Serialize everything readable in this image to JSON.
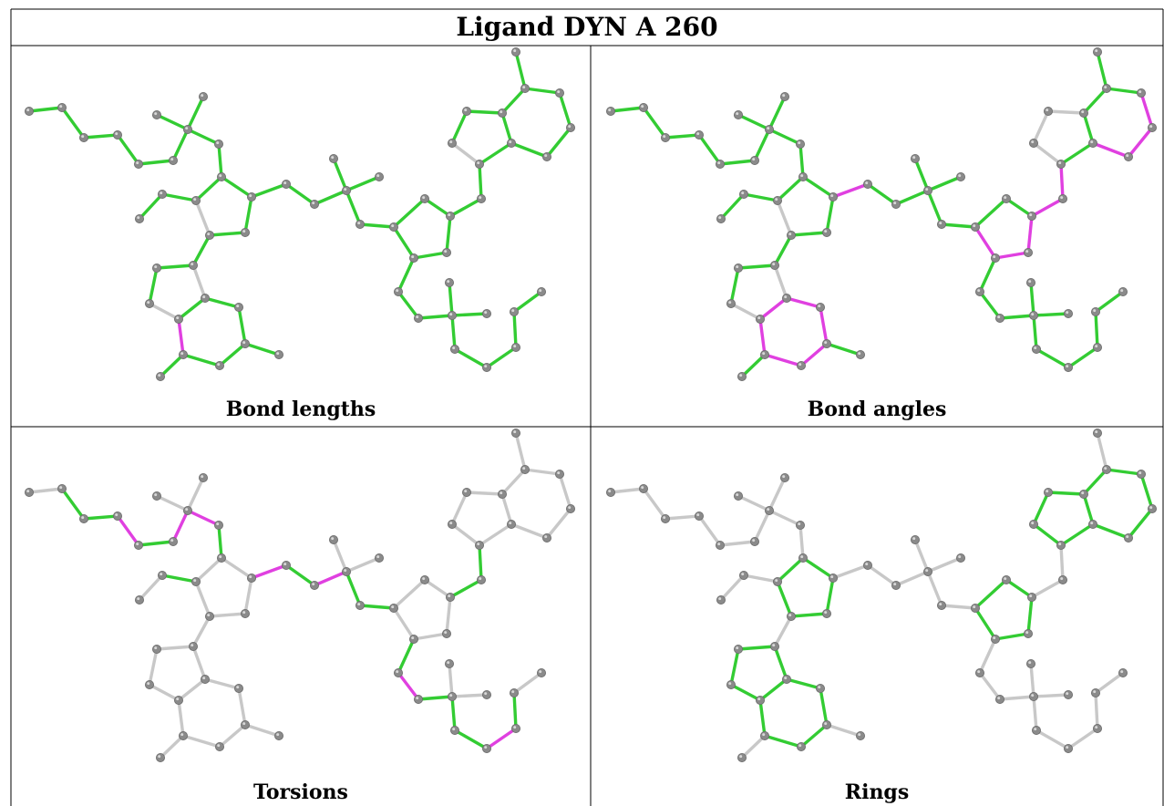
{
  "title": "Ligand DYN A 260",
  "panels": [
    {
      "label": "Bond lengths"
    },
    {
      "label": "Bond angles"
    },
    {
      "label": "Torsions"
    },
    {
      "label": "Rings"
    }
  ],
  "colors": {
    "ok": "#33cc33",
    "outlier": "#e040e0",
    "neutral": "#c8c8c8",
    "atom": "#8a8a8a"
  }
}
